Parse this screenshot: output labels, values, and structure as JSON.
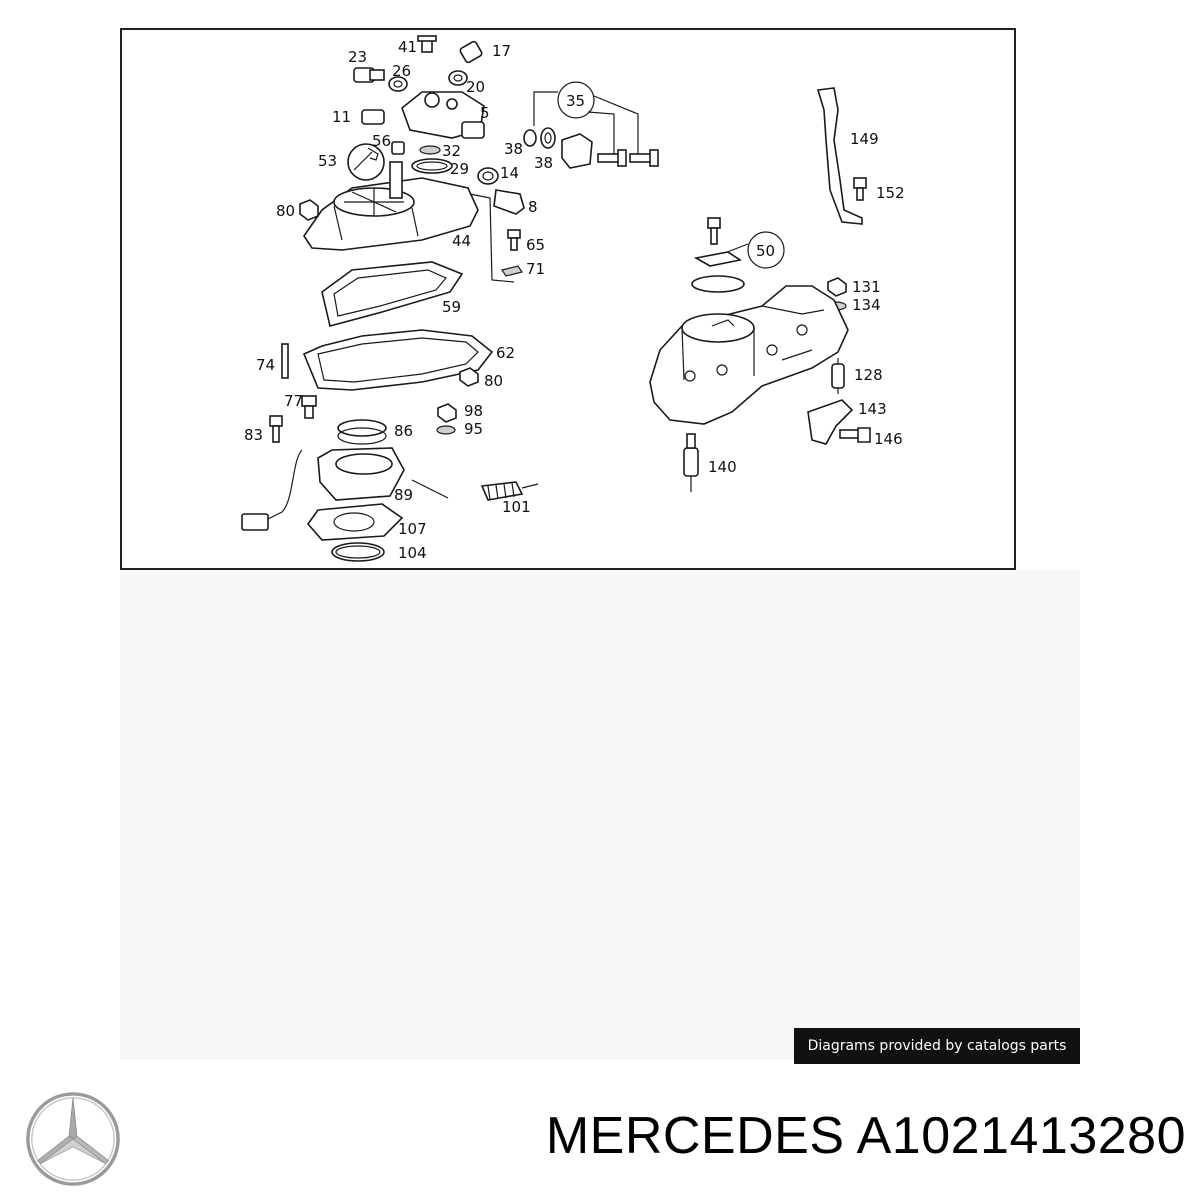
{
  "diagram": {
    "callouts": [
      "41",
      "17",
      "23",
      "26",
      "20",
      "11",
      "5",
      "56",
      "32",
      "53",
      "29",
      "14",
      "80",
      "8",
      "44",
      "65",
      "71",
      "59",
      "62",
      "74",
      "80",
      "77",
      "98",
      "95",
      "83",
      "86",
      "89",
      "101",
      "107",
      "104",
      "35",
      "38",
      "38",
      "50",
      "131",
      "134",
      "128",
      "143",
      "146",
      "140",
      "149",
      "152"
    ]
  },
  "credit": "Diagrams provided by catalogs parts",
  "logo": {
    "name": "mercedes-star-logo",
    "color": "#9a9a9a"
  },
  "title": {
    "brand": "MERCEDES",
    "part_number": "A1021413280"
  }
}
